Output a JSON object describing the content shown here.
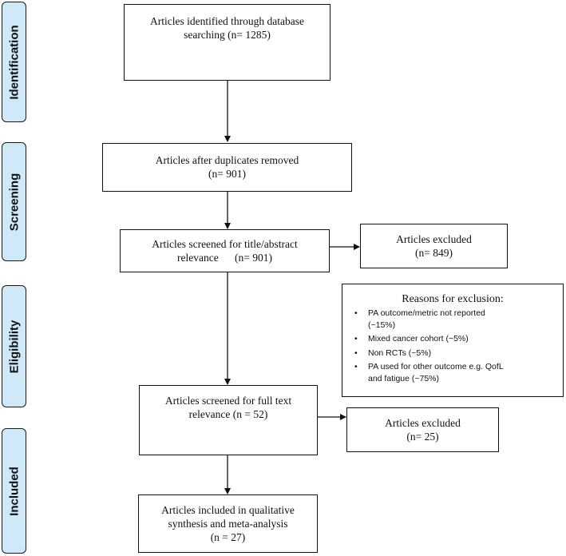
{
  "stages": [
    {
      "key": "identification",
      "label": "Identification"
    },
    {
      "key": "screening",
      "label": "Screening"
    },
    {
      "key": "eligibility",
      "label": "Eligibility"
    },
    {
      "key": "included",
      "label": "Included"
    }
  ],
  "boxes": {
    "identified": [
      "Articles identified through database",
      "searching (n= 1285)"
    ],
    "duplicates_removed": [
      "Articles after duplicates removed",
      "(n= 901)"
    ],
    "title_abstract": [
      "Articles screened for title/abstract",
      "relevance      (n= 901)"
    ],
    "excluded_1": [
      "Articles excluded",
      "(n= 849)"
    ],
    "full_text": [
      "Articles screened for full text",
      "relevance (n = 52)"
    ],
    "excluded_2": [
      "Articles excluded",
      "(n= 25)"
    ],
    "included": [
      "Articles included in qualitative",
      "synthesis and meta-analysis",
      "(n = 27)"
    ]
  },
  "reasons": {
    "title": "Reasons for exclusion:",
    "bullet": "•",
    "items": [
      [
        "PA outcome/metric not reported",
        "(~15%)"
      ],
      [
        "Mixed cancer cohort (~5%)"
      ],
      [
        "Non RCTs (~5%)"
      ],
      [
        "PA used for other outcome e.g. QofL",
        "and fatigue (~75%)"
      ]
    ]
  }
}
